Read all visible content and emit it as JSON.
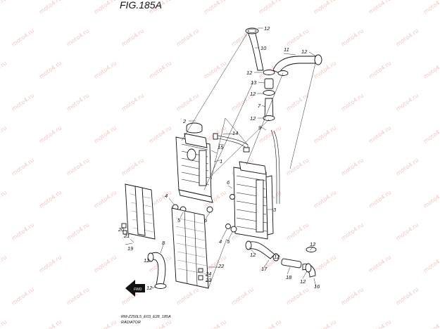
{
  "figure": {
    "title": "FIG.185A",
    "footer_line1": "RM-Z250L5_E03_E28_185A",
    "footer_line2": "RADIATOR",
    "watermark": "moto4.ru",
    "front_arrow": "FWD"
  },
  "callouts": {
    "c1": "1",
    "c2": "2",
    "c3": "3",
    "c4a": "4",
    "c4b": "4",
    "c5a": "5",
    "c5b": "5",
    "c6a": "6",
    "c6b": "6",
    "c7": "7",
    "c8": "8",
    "c9": "9",
    "c10": "10",
    "c11": "11",
    "c12a": "12",
    "c12b": "12",
    "c12c": "12",
    "c12d": "12",
    "c12e": "12",
    "c12f": "12",
    "c12g": "12",
    "c12h": "12",
    "c12i": "12",
    "c13": "13",
    "c14": "14",
    "c15": "15",
    "c16": "16",
    "c17": "17",
    "c18": "18",
    "c19": "19",
    "c20": "20",
    "c21": "21",
    "c22": "22",
    "c23": "23",
    "c24": "24"
  }
}
